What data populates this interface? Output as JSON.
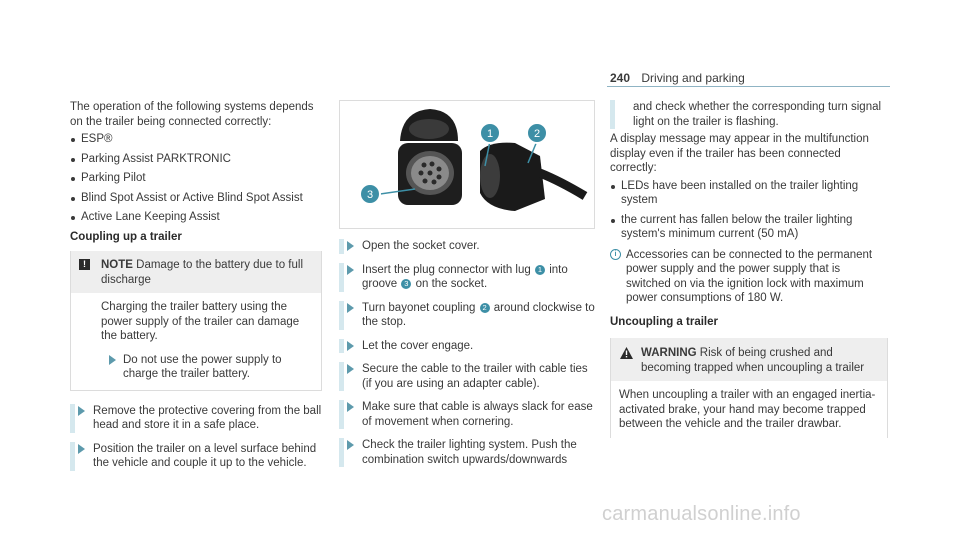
{
  "header": {
    "page_number": "240",
    "section": "Driving and parking"
  },
  "col1": {
    "intro": "The operation of the following systems depends on the trailer being connected correctly:",
    "systems": [
      "ESP®",
      "Parking Assist PARKTRONIC",
      "Parking Pilot",
      "Blind Spot Assist or Active Blind Spot Assist",
      "Active Lane Keeping Assist"
    ],
    "heading": "Coupling up a trailer",
    "note": {
      "label": "NOTE",
      "title": "Damage to the battery due to full discharge",
      "body": "Charging the trailer battery using the power supply of the trailer can damage the battery.",
      "step": "Do not use the power supply to charge the trailer battery."
    },
    "steps": [
      "Remove the protective covering from the ball head and store it in a safe place.",
      "Position the trailer on a level surface behind the vehicle and couple it up to the vehicle."
    ]
  },
  "col2": {
    "figure": {
      "labels": [
        "1",
        "2",
        "3"
      ]
    },
    "step1": "Open the socket cover.",
    "step2": {
      "a": "Insert the plug connector with lug",
      "b": "into groove",
      "c": "on the socket.",
      "lug": "1",
      "groove": "3"
    },
    "step3": {
      "a": "Turn bayonet coupling",
      "b": "around clockwise to the stop.",
      "ref": "2"
    },
    "step4": "Let the cover engage.",
    "step5": "Secure the cable to the trailer with cable ties (if you are using an adapter cable).",
    "step6": "Make sure that cable is always slack for ease of movement when cornering.",
    "step7": "Check the trailer lighting system. Push the combination switch upwards/downwards"
  },
  "col3": {
    "continuation": "and check whether the corresponding turn signal light on the trailer is flashing.",
    "display_msg": "A display message may appear in the multifunction display even if the trailer has been connected correctly:",
    "bullets": [
      "LEDs have been installed on the trailer lighting system",
      "the current has fallen below the trailer lighting system's minimum current (50 mA)"
    ],
    "info": "Accessories can be connected to the permanent power supply and the power supply that is switched on via the ignition lock with maximum power consumptions of 180 W.",
    "heading": "Uncoupling a trailer",
    "warning": {
      "label": "WARNING",
      "title": "Risk of being crushed and becoming trapped when uncoupling a trailer",
      "body": "When uncoupling a trailer with an engaged inertia-activated brake, your hand may become trapped between the vehicle and the trailer drawbar."
    }
  },
  "watermark": "carmanualsonline.info",
  "colors": {
    "accent": "#3d8fa6",
    "step_bar": "#d5e8ee",
    "box_head": "#eeeeee"
  }
}
